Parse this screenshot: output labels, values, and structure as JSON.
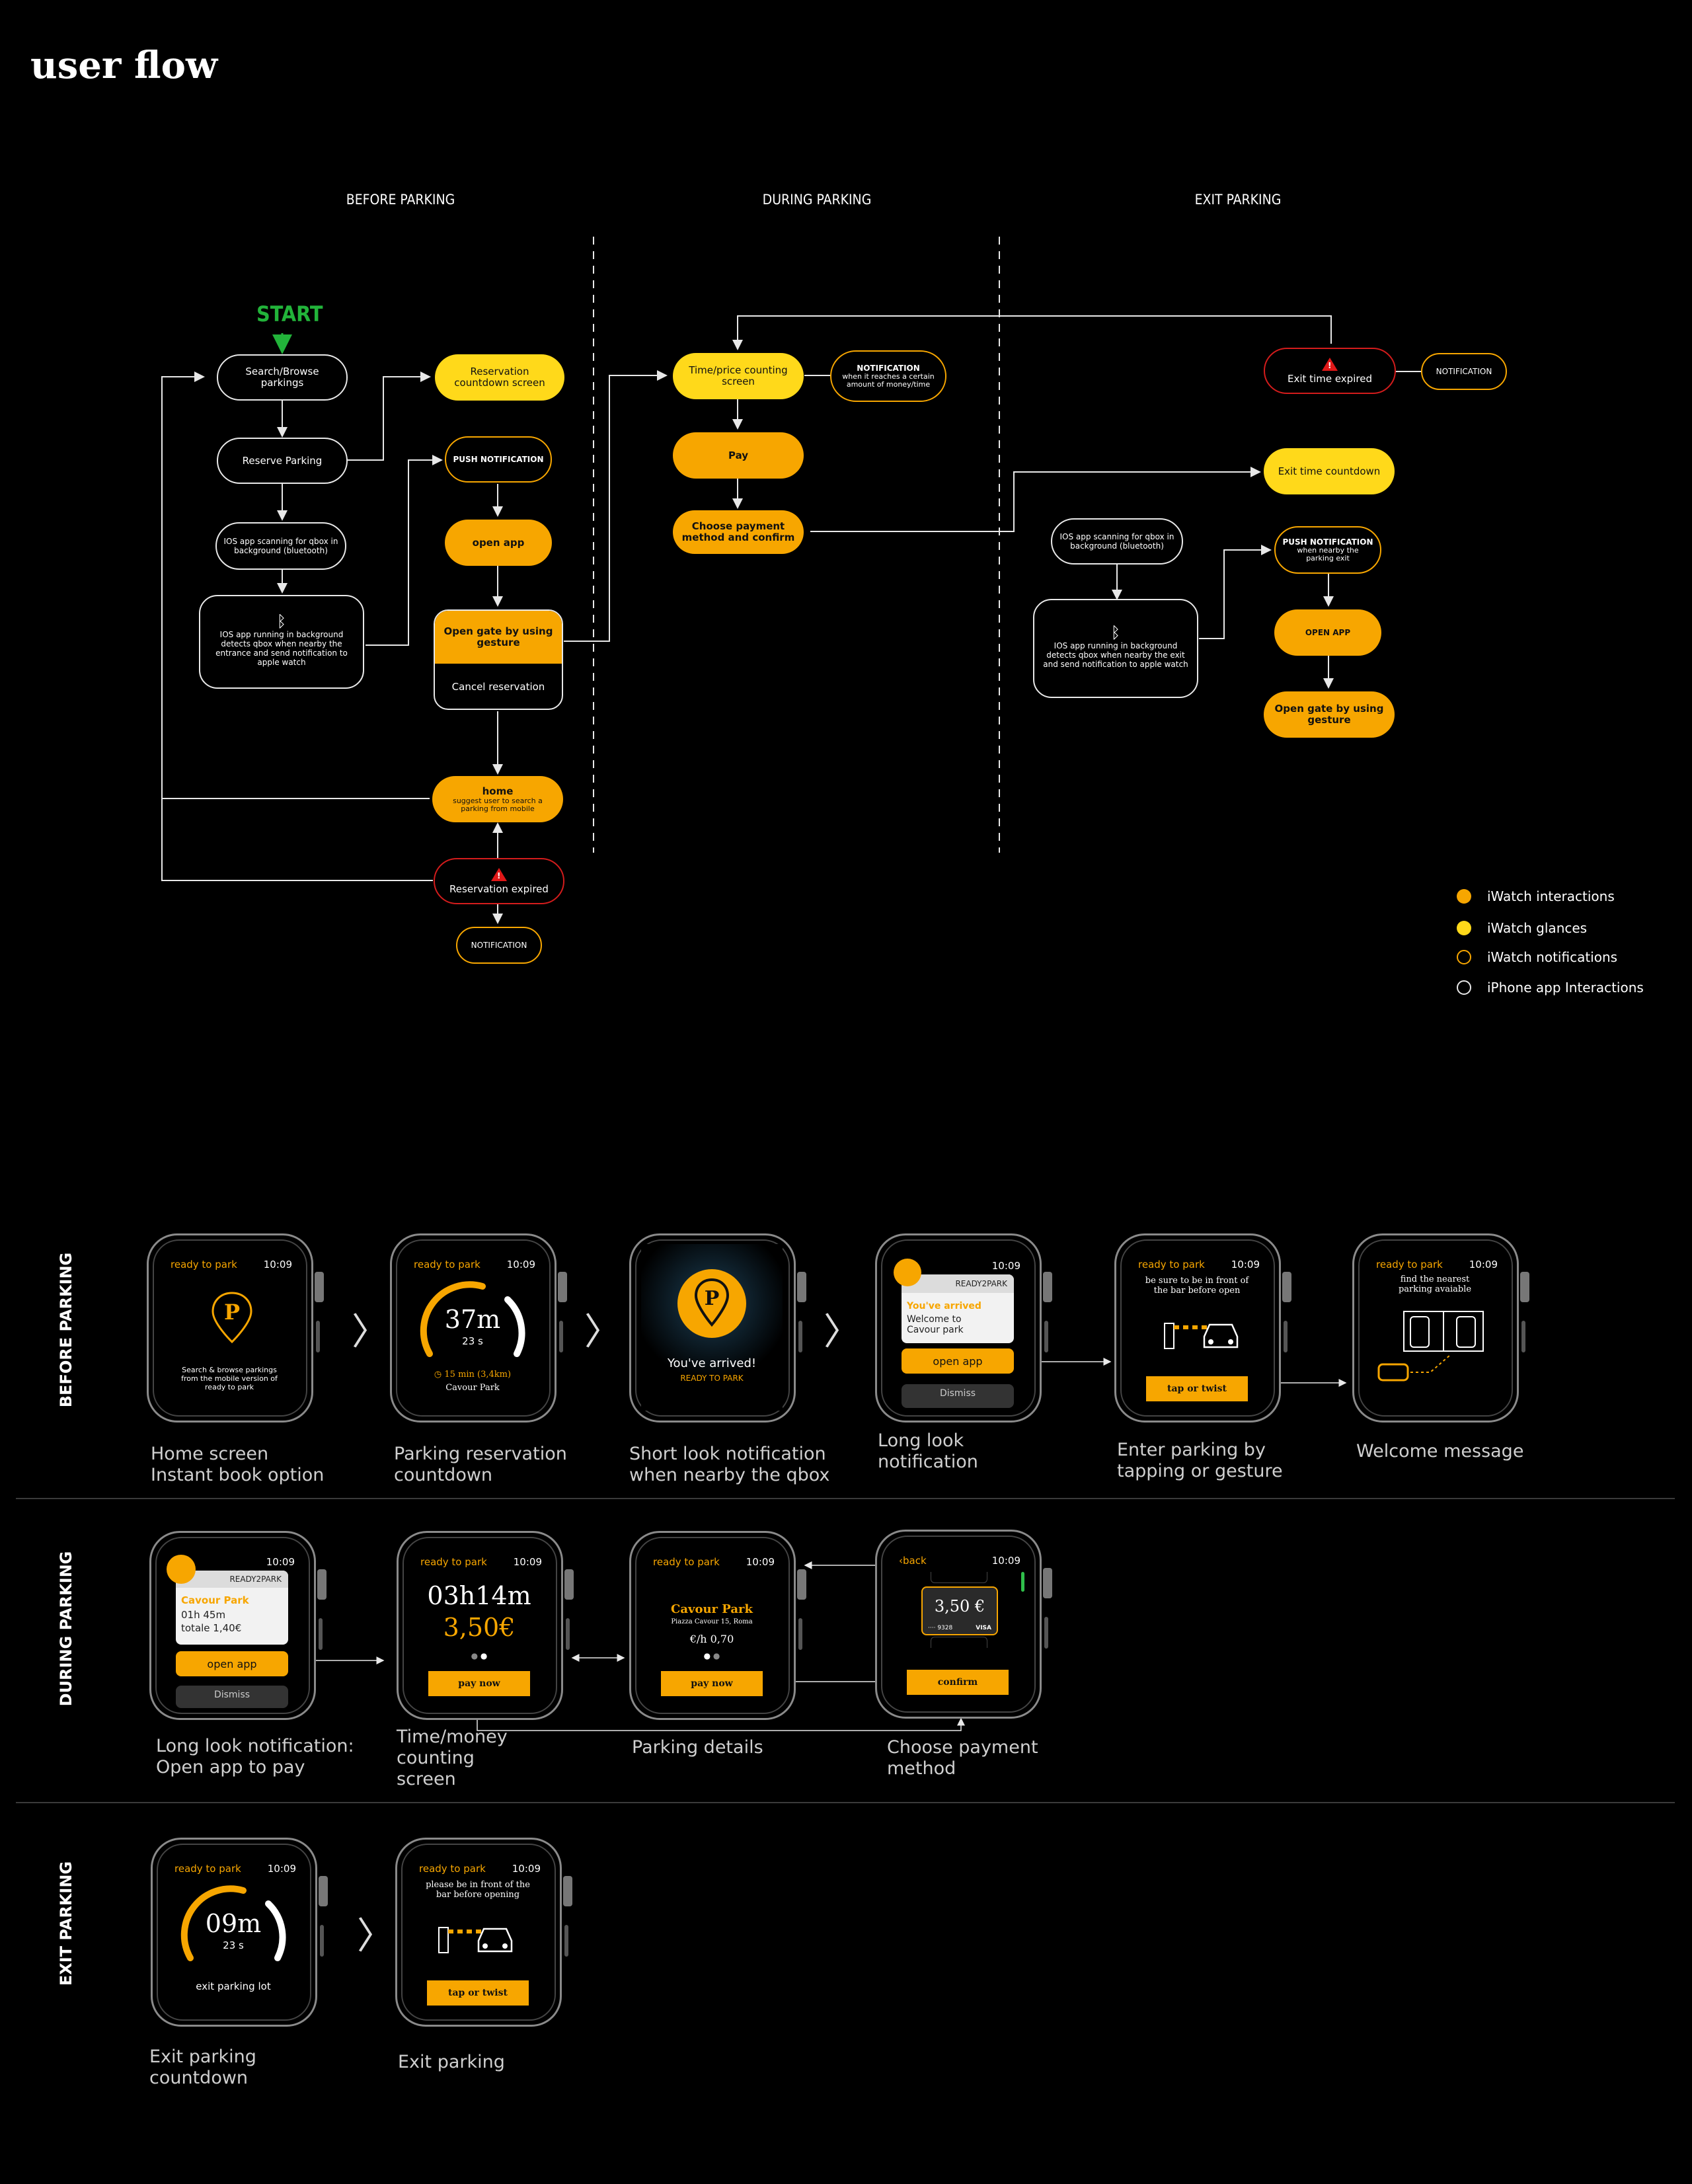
{
  "title": "user flow",
  "phases": {
    "before": "BEFORE PARKING",
    "during": "DURING PARKING",
    "exit": "EXIT PARKING"
  },
  "start": "START",
  "nodes": {
    "search_browse": "Search/Browse parkings",
    "reserve_parking": "Reserve Parking",
    "ios_scanning": "IOS app scanning for qbox in background (bluetooth)",
    "ios_running": "IOS app running in background detects qbox when nearby the entrance and send notification to apple watch",
    "reservation_countdown": "Reservation countdown screen",
    "push_notification": "PUSH NOTIFICATION",
    "open_app": "open app",
    "open_gate": "Open gate by using gesture",
    "cancel_reservation": "Cancel reservation",
    "home_title": "home",
    "home_sub": "suggest user to search a parking from mobile",
    "reservation_expired": "Reservation expired",
    "notification_before": "NOTIFICATION",
    "time_price": "Time/price counting screen",
    "notification_during_title": "NOTIFICATION",
    "notification_during_sub": "when it reaches a certain amount of money/time",
    "pay": "Pay",
    "choose_payment": "Choose payment method and confirm",
    "exit_time_expired": "Exit time expired",
    "notification_exit": "NOTIFICATION",
    "exit_time_countdown": "Exit time countdown",
    "exit_ios_scanning": "IOS app scanning for qbox in background (bluetooth)",
    "exit_ios_running": "IOS app running in background detects qbox when nearby the exit and send notification to apple watch",
    "exit_push_title": "PUSH NOTIFICATION",
    "exit_push_sub": "when nearby the parking exit",
    "exit_open_app": "OPEN APP",
    "exit_open_gate": "Open gate by using gesture"
  },
  "legend": [
    {
      "label": "iWatch interactions",
      "color": "#f7a600",
      "style": "filled"
    },
    {
      "label": "iWatch glances",
      "color": "#ffd91a",
      "style": "filled"
    },
    {
      "label": "iWatch notifications",
      "color": "#f7a600",
      "style": "outline"
    },
    {
      "label": "iPhone app Interactions",
      "color": "#e8e8e8",
      "style": "outline"
    }
  ],
  "section_labels": {
    "before": "BEFORE PARKING",
    "during": "DURING PARKING",
    "exit": "EXIT PARKING"
  },
  "watch_common": {
    "ready_to_park": "ready to park",
    "time": "10:09",
    "app_name": "READY2PARK",
    "dismiss": "Dismiss"
  },
  "screens": {
    "home": {
      "desc": "Search & browse parkings from the mobile version of ready to park",
      "caption1": "Home screen",
      "caption2": "Instant book option"
    },
    "reservation": {
      "big": "37m",
      "secs": "23 s",
      "distance": "15 min (3,4km)",
      "place": "Cavour Park",
      "caption1": "Parking reservation",
      "caption2": "countdown"
    },
    "short_look": {
      "arrived": "You've arrived!",
      "sub": "READY TO PARK",
      "caption1": "Short look notification",
      "caption2": "when nearby the qbox"
    },
    "long_look": {
      "you_arrived": "You've arrived",
      "welcome": "Welcome to Cavour park",
      "btn": "open app",
      "caption1": "Long look",
      "caption2": "notification"
    },
    "enter": {
      "msg": "be sure to be in front of the bar before open",
      "btn": "tap or twist",
      "caption1": "Enter parking by",
      "caption2": "tapping or gesture"
    },
    "welcome": {
      "msg": "find the nearest parking avaiable",
      "caption1": "Welcome message"
    },
    "long_look_during": {
      "park": "Cavour Park",
      "duration": "01h 45m",
      "total": "totale 1,40€",
      "btn": "open app",
      "caption1": "Long look notification:",
      "caption2": "Open app to pay"
    },
    "time_money": {
      "time": "03h14m",
      "money": "3,50€",
      "btn": "pay now",
      "caption1": "Time/money",
      "caption2": "counting",
      "caption3": "screen"
    },
    "details": {
      "park": "Cavour Park",
      "address": "Piazza Cavour 15, Roma",
      "rate": "€/h 0,70",
      "btn": "pay now",
      "caption1": "Parking details"
    },
    "payment": {
      "back": "back",
      "amount": "3,50 €",
      "card_num": "9328",
      "card_brand": "VISA",
      "btn": "confirm",
      "caption1": "Choose payment",
      "caption2": "method"
    },
    "exit_countdown": {
      "big": "09m",
      "secs": "23 s",
      "label": "exit parking lot",
      "caption1": "Exit parking",
      "caption2": "countdown"
    },
    "exit_gate": {
      "msg": "please be in front of the bar before opening",
      "btn": "tap or twist",
      "caption1": "Exit parking"
    }
  }
}
